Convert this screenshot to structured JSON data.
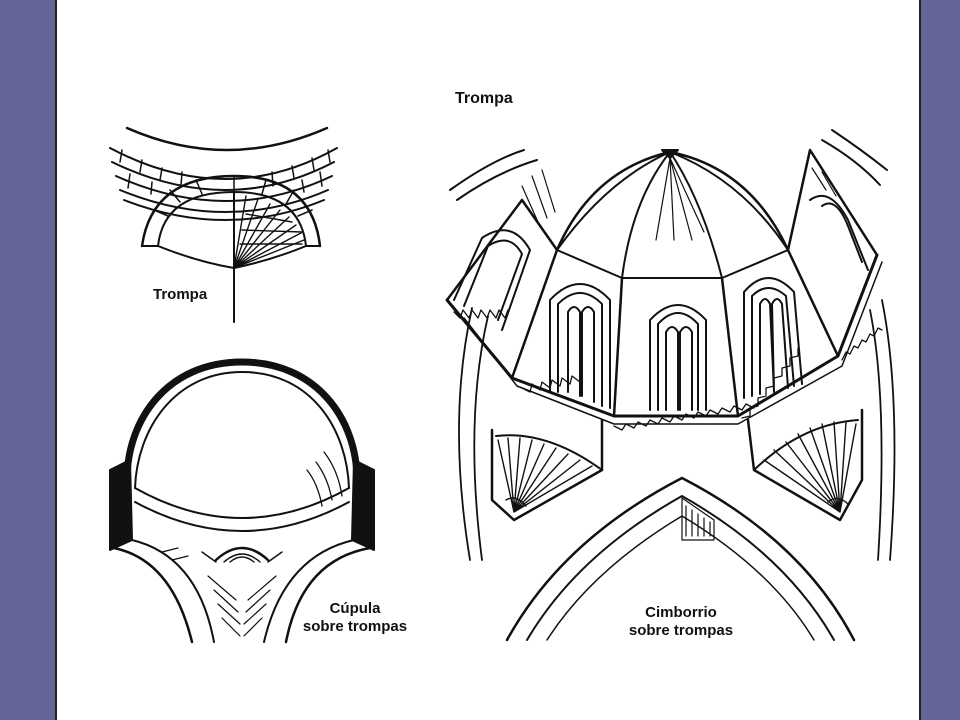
{
  "figure": {
    "title": "Trompa",
    "labels": {
      "squinch": "Trompa",
      "dome_line1": "Cúpula",
      "dome_line2": "sobre trompas",
      "lantern_line1": "Cimborrio",
      "lantern_line2": "sobre trompas"
    }
  },
  "colors": {
    "frame": "#66659a",
    "ink": "#111111",
    "paper": "#ffffff"
  }
}
